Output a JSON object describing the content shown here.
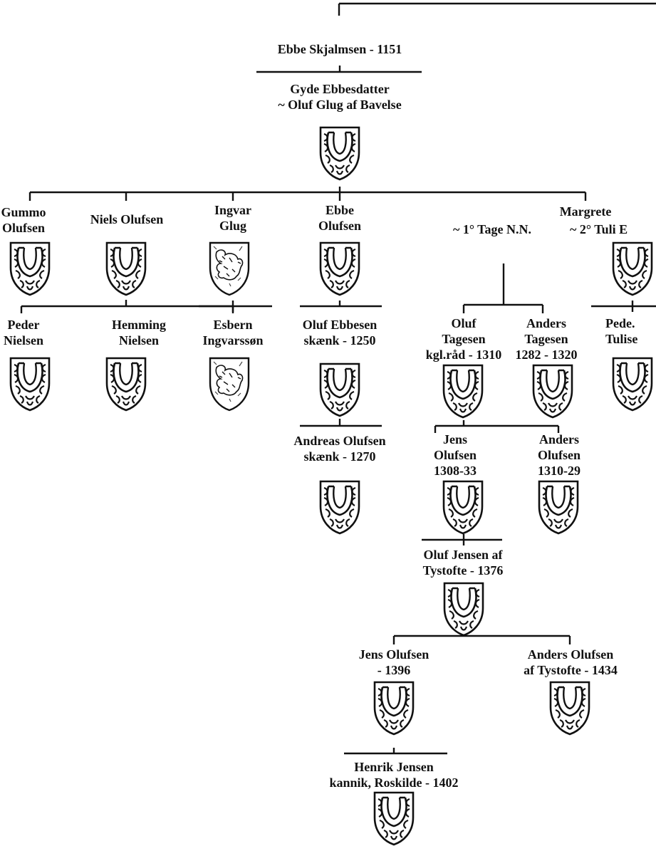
{
  "people": {
    "ebbe_skjalmsen": {
      "line1": "Ebbe Skjalmsen - 1151"
    },
    "gyde": {
      "line1": "Gyde Ebbesdatter",
      "line2": "~ Oluf Glug af Bavelse"
    },
    "gummo": {
      "line1": "Gummo",
      "line2": "Olufsen"
    },
    "niels": {
      "line1": "Niels Olufsen"
    },
    "ingvar": {
      "line1": "Ingvar",
      "line2": "Glug"
    },
    "ebbe_olufsen": {
      "line1": "Ebbe",
      "line2": "Olufsen"
    },
    "margrete": {
      "line1": "Margrete"
    },
    "tage": {
      "line1": "~ 1° Tage N.N."
    },
    "tuli": {
      "line1": "~ 2° Tuli E"
    },
    "peder_nielsen": {
      "line1": "Peder",
      "line2": "Nielsen"
    },
    "hemming": {
      "line1": "Hemming",
      "line2": "Nielsen"
    },
    "esbern": {
      "line1": "Esbern",
      "line2": "Ingvarssøn"
    },
    "oluf_ebbesen": {
      "line1": "Oluf Ebbesen",
      "line2": "skænk - 1250"
    },
    "oluf_tagesen": {
      "line1": "Oluf",
      "line2": "Tagesen",
      "line3": "kgl.råd - 1310"
    },
    "anders_tagesen": {
      "line1": "Anders",
      "line2": "Tagesen",
      "line3": "1282 - 1320"
    },
    "peder_tulisen": {
      "line1": "Pede.",
      "line2": "Tulise"
    },
    "andreas": {
      "line1": "Andreas Olufsen",
      "line2": "skænk - 1270"
    },
    "jens_olufsen_1308": {
      "line1": "Jens",
      "line2": "Olufsen",
      "line3": "1308-33"
    },
    "anders_olufsen_1310": {
      "line1": "Anders",
      "line2": "Olufsen",
      "line3": "1310-29"
    },
    "oluf_jensen": {
      "line1": "Oluf Jensen af",
      "line2": "Tystofte - 1376"
    },
    "jens_olufsen_1396": {
      "line1": "Jens Olufsen",
      "line2": "- 1396"
    },
    "anders_olufsen_1434": {
      "line1": "Anders Olufsen",
      "line2": "af Tystofte - 1434"
    },
    "henrik": {
      "line1": "Henrik Jensen",
      "line2": "kannik, Roskilde - 1402"
    }
  },
  "icons": {
    "horseshoe_shield": "horseshoe-shield-icon",
    "beast_shield": "beast-shield-icon"
  }
}
